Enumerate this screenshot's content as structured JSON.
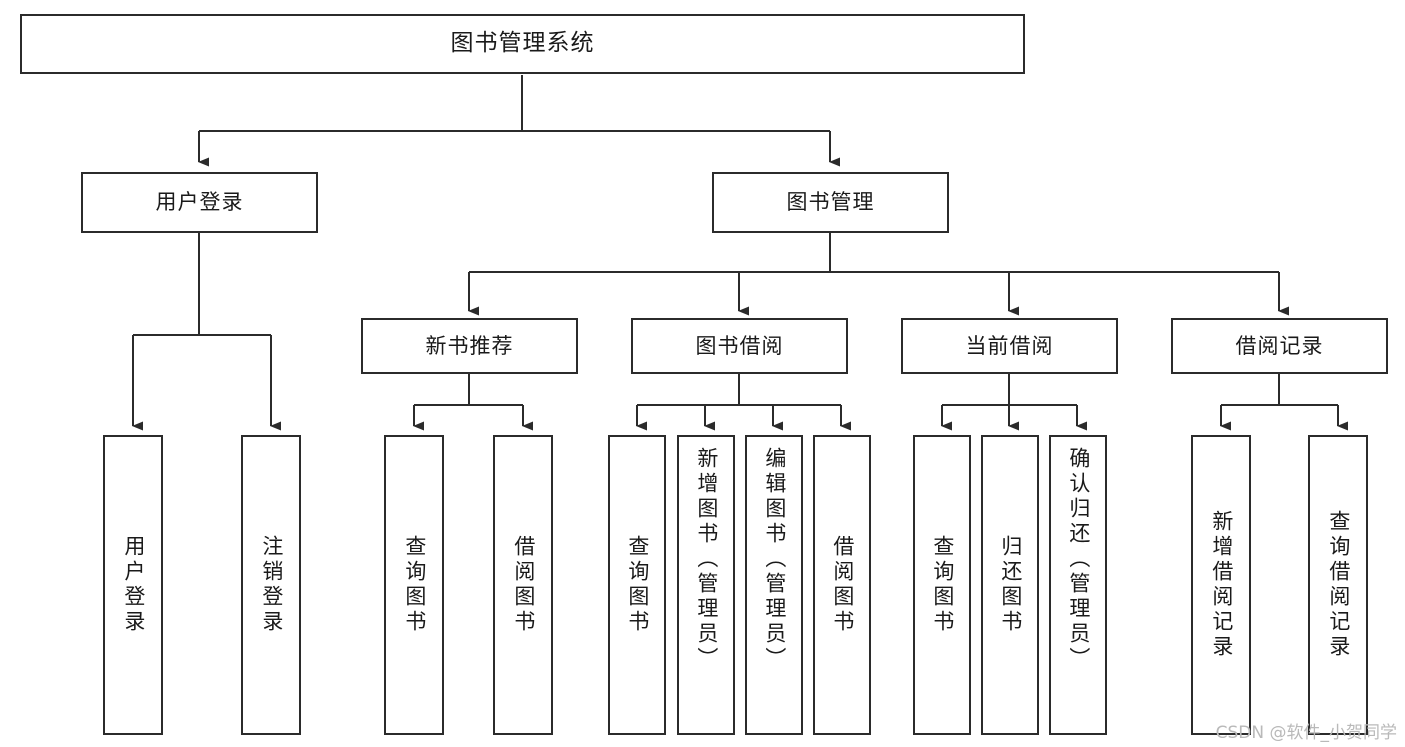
{
  "diagram": {
    "type": "tree-hierarchy",
    "title": "图书管理系统",
    "watermark": "CSDN @软件_小贺同学",
    "stroke_color": "#2b2b2b",
    "fill_color": "#ffffff",
    "text_color": "#1a1a1a",
    "watermark_color": "#b9b9b9",
    "nodes": {
      "root": {
        "label": "图书管理系统"
      },
      "level1": [
        {
          "id": "user-login",
          "label": "用户登录"
        },
        {
          "id": "book-manage",
          "label": "图书管理"
        }
      ],
      "level2": [
        {
          "id": "new-book-recommend",
          "label": "新书推荐"
        },
        {
          "id": "book-borrow",
          "label": "图书借阅"
        },
        {
          "id": "current-borrow",
          "label": "当前借阅"
        },
        {
          "id": "borrow-record",
          "label": "借阅记录"
        }
      ],
      "leaves": {
        "user_login": [
          {
            "id": "leaf-user-login",
            "label": "用户登录"
          },
          {
            "id": "leaf-logout-login",
            "label": "注销登录"
          }
        ],
        "new_book_recommend": [
          {
            "id": "leaf-query-book-1",
            "label": "查询图书"
          },
          {
            "id": "leaf-borrow-book-1",
            "label": "借阅图书"
          }
        ],
        "book_borrow": [
          {
            "id": "leaf-query-book-2",
            "label": "查询图书"
          },
          {
            "id": "leaf-add-book",
            "label": "新增图书（管理员）"
          },
          {
            "id": "leaf-edit-book",
            "label": "编辑图书（管理员）"
          },
          {
            "id": "leaf-borrow-book-2",
            "label": "借阅图书"
          }
        ],
        "current_borrow": [
          {
            "id": "leaf-query-book-3",
            "label": "查询图书"
          },
          {
            "id": "leaf-return-book",
            "label": "归还图书"
          },
          {
            "id": "leaf-confirm-return",
            "label": "确认归还（管理员）"
          }
        ],
        "borrow_record": [
          {
            "id": "leaf-add-borrow-record",
            "label": "新增借阅记录"
          },
          {
            "id": "leaf-query-borrow-record",
            "label": "查询借阅记录"
          }
        ]
      }
    }
  }
}
